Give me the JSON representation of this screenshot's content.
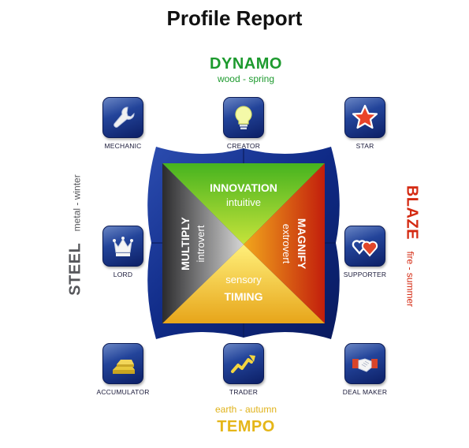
{
  "title": "Profile Report",
  "colors": {
    "dynamo": "#1d9a2e",
    "blaze": "#d42a12",
    "tempo": "#e5b618",
    "steel": "#55565a"
  },
  "sections": {
    "top": {
      "name": "DYNAMO",
      "sub": "wood - spring"
    },
    "right": {
      "name": "BLAZE",
      "sub": "fire - summer"
    },
    "bottom": {
      "name": "TEMPO",
      "sub": "earth - autumn"
    },
    "left": {
      "name": "STEEL",
      "sub": "metal - winter"
    }
  },
  "quadrants": {
    "top": {
      "title": "INNOVATION",
      "sub": "intuitive"
    },
    "right": {
      "title": "MAGNIFY",
      "sub": "extrovert"
    },
    "bottom": {
      "title": "TIMING",
      "sub": "sensory"
    },
    "left": {
      "title": "MULTIPLY",
      "sub": "introvert"
    }
  },
  "profiles": [
    {
      "label": "MECHANIC",
      "icon": "wrench-icon"
    },
    {
      "label": "CREATOR",
      "icon": "lightbulb-icon"
    },
    {
      "label": "STAR",
      "icon": "star-icon"
    },
    {
      "label": "SUPPORTER",
      "icon": "hearts-icon"
    },
    {
      "label": "DEAL MAKER",
      "icon": "handshake-icon"
    },
    {
      "label": "TRADER",
      "icon": "rising-chart-icon"
    },
    {
      "label": "ACCUMULATOR",
      "icon": "gold-bars-icon"
    },
    {
      "label": "LORD",
      "icon": "crown-icon"
    }
  ]
}
